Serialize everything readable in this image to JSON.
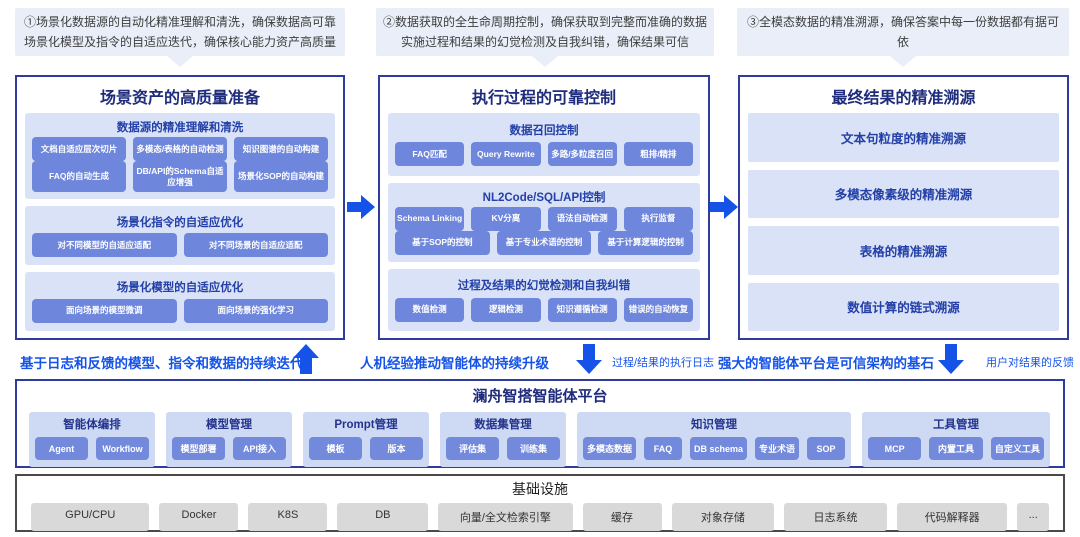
{
  "annotations": [
    {
      "line1": "①场景化数据源的自动化精准理解和清洗，确保数据高可靠",
      "line2": "场景化模型及指令的自适应迭代，确保核心能力资产高质量"
    },
    {
      "line1": "②数据获取的全生命周期控制，确保获取到完整而准确的数据",
      "line2": "实施过程和结果的幻觉检测及自我纠错，确保结果可信"
    },
    {
      "line1": "③全模态数据的精准溯源，确保答案中每一份数据都有据可依",
      "line2": ""
    }
  ],
  "columns": [
    {
      "title": "场景资产的高质量准备",
      "sections": [
        {
          "title": "数据源的精准理解和清洗",
          "rows": [
            [
              "文档自适应层次切片",
              "多模态/表格的自动检测",
              "知识图谱的自动构建"
            ],
            [
              "FAQ的自动生成",
              "DB/API的Schema自适应增强",
              "场景化SOP的自动构建"
            ]
          ]
        },
        {
          "title": "场景化指令的自适应优化",
          "rows": [
            [
              "对不同模型的自适应适配",
              "对不同场景的自适应适配"
            ]
          ]
        },
        {
          "title": "场景化模型的自适应优化",
          "rows": [
            [
              "面向场景的模型微调",
              "面向场景的强化学习"
            ]
          ]
        }
      ]
    },
    {
      "title": "执行过程的可靠控制",
      "sections": [
        {
          "title": "数据召回控制",
          "rows": [
            [
              "FAQ匹配",
              "Query Rewrite",
              "多路/多粒度召回",
              "粗排/精排"
            ]
          ]
        },
        {
          "title": "NL2Code/SQL/API控制",
          "rows": [
            [
              "Schema Linking",
              "KV分离",
              "语法自动检测",
              "执行监督"
            ],
            [
              "基于SOP的控制",
              "基于专业术语的控制",
              "基于计算逻辑的控制"
            ]
          ]
        },
        {
          "title": "过程及结果的幻觉检测和自我纠错",
          "rows": [
            [
              "数值检测",
              "逻辑检测",
              "知识遵循检测",
              "错误的自动恢复"
            ]
          ]
        }
      ]
    },
    {
      "title": "最终结果的精准溯源",
      "items": [
        "文本句粒度的精准溯源",
        "多模态像素级的精准溯源",
        "表格的精准溯源",
        "数值计算的链式溯源"
      ]
    }
  ],
  "feedback_band": {
    "left_text": "基于日志和反馈的模型、指令和数据的持续迭代",
    "center_text": "人机经验推动智能体的持续升级",
    "log_label": "过程/结果的执行日志",
    "right_text": "强大的智能体平台是可信架构的基石",
    "feedback_label": "用户对结果的反馈"
  },
  "platform": {
    "title": "澜舟智搭智能体平台",
    "groups": [
      {
        "title": "智能体编排",
        "buttons": [
          "Agent",
          "Workflow"
        ]
      },
      {
        "title": "模型管理",
        "buttons": [
          "模型部署",
          "API接入"
        ]
      },
      {
        "title": "Prompt管理",
        "buttons": [
          "模板",
          "版本"
        ]
      },
      {
        "title": "数据集管理",
        "buttons": [
          "评估集",
          "训练集"
        ]
      },
      {
        "title": "知识管理",
        "buttons": [
          "多模态数据",
          "FAQ",
          "DB schema",
          "专业术语",
          "SOP"
        ]
      },
      {
        "title": "工具管理",
        "buttons": [
          "MCP",
          "内置工具",
          "自定义工具"
        ]
      }
    ]
  },
  "infrastructure": {
    "title": "基础设施",
    "items": [
      "GPU/CPU",
      "Docker",
      "K8S",
      "DB",
      "向量/全文检索引擎",
      "缓存",
      "对象存储",
      "日志系统",
      "代码解释器",
      "..."
    ]
  },
  "colors": {
    "accent_blue": "#1553E8",
    "navy_border": "#2F3C9E",
    "section_bg": "#D9E2F6",
    "button_blue": "#6E86DB",
    "annotation_bg": "#E9EEF8",
    "infra_gray": "#D9D9D9"
  }
}
